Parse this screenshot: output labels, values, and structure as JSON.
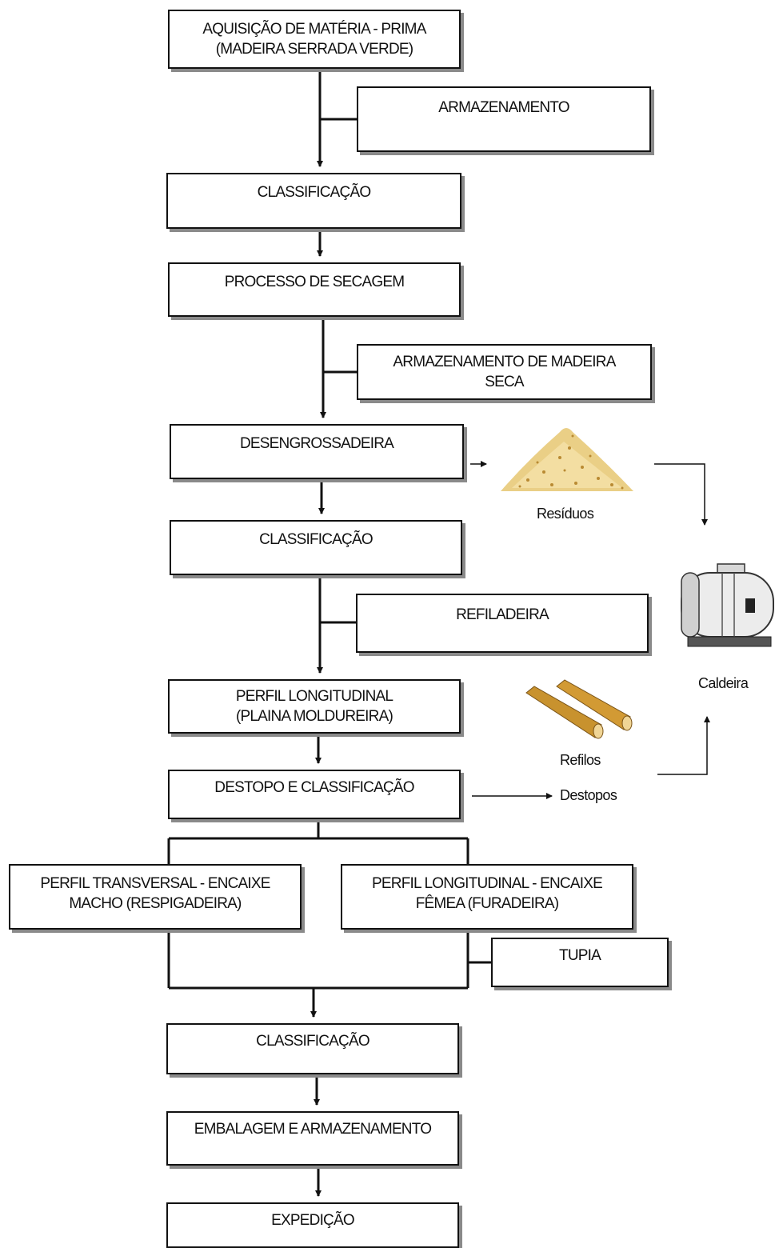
{
  "steps": {
    "aquisicao": "AQUISIÇÃO DE MATÉRIA - PRIMA\n(MADEIRA SERRADA VERDE)",
    "armazenamento": "ARMAZENAMENTO",
    "classificacao1": "CLASSIFICAÇÃO",
    "secagem": "PROCESSO DE SECAGEM",
    "armazenamento_seca": "ARMAZENAMENTO DE MADEIRA\nSECA",
    "desengrossadeira": "DESENGROSSADEIRA",
    "classificacao2": "CLASSIFICAÇÃO",
    "refiladeira": "REFILADEIRA",
    "perfil_longitudinal": "PERFIL LONGITUDINAL\n(PLAINA MOLDUREIRA)",
    "destopo": "DESTOPO E CLASSIFICAÇÃO",
    "perfil_transversal": "PERFIL TRANSVERSAL - ENCAIXE\nMACHO (RESPIGADEIRA)",
    "perfil_longitudinal_femea": "PERFIL LONGITUDINAL - ENCAIXE\nFÊMEA (FURADEIRA)",
    "tupia": "TUPIA",
    "classificacao3": "CLASSIFICAÇÃO",
    "embalagem": "EMBALAGEM E ARMAZENAMENTO",
    "expedicao": "EXPEDIÇÃO"
  },
  "labels": {
    "residuos": "Resíduos",
    "caldeira": "Caldeira",
    "refilos": "Refilos",
    "destopos": "Destopos"
  },
  "colors": {
    "line": "#111111",
    "shadow": "#8a8a8a",
    "sawdust": "#e8c97a",
    "wood": "#c8922e"
  }
}
